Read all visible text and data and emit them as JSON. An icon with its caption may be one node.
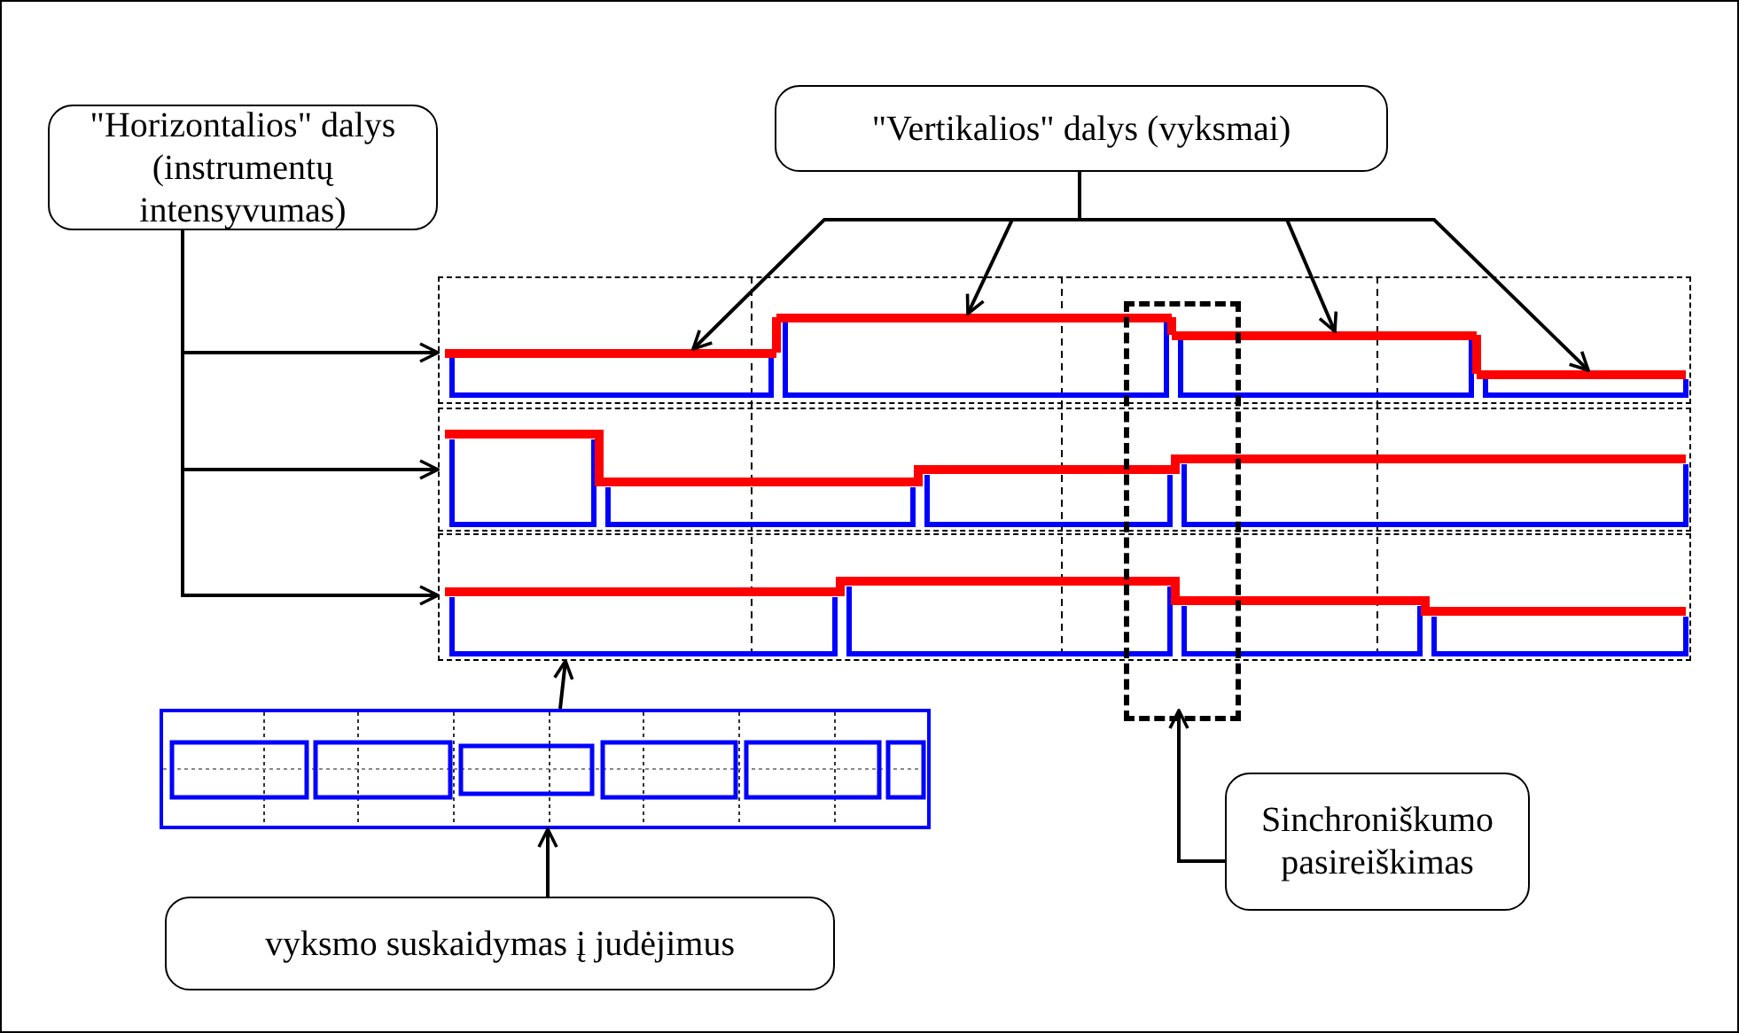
{
  "diagram": {
    "nodes": [
      {
        "text": [
          "\"Horizontalios\" dalys (instrumentų intensyvumas)"
        ]
      },
      {
        "text": [
          "\"Vertikalios\" dalys (vyksmai)"
        ]
      },
      {
        "text": [],
        "shape": "box"
      },
      {
        "text": [],
        "shape": "box"
      },
      {
        "text": [],
        "shape": "box"
      },
      {
        "text": [],
        "shape": "bar",
        "in": 2
      },
      {
        "text": [],
        "shape": "bar",
        "in": 2
      },
      {
        "text": [],
        "shape": "bar",
        "in": 2
      },
      {
        "text": [],
        "shape": "bar",
        "in": 2
      },
      {
        "text": [],
        "shape": "box"
      },
      {
        "text": [],
        "shape": "box"
      },
      {
        "text": [
          "vyksmo suskaidymas į judėjimus"
        ]
      },
      {
        "text": [
          "Sinchroniškumo pasireiškimas"
        ]
      }
    ],
    "edges": [
      {
        "from": 0,
        "to": 2,
        "arrow": "to"
      },
      {
        "from": 0,
        "to": 3,
        "arrow": "to"
      },
      {
        "from": 0,
        "to": 4,
        "arrow": "to"
      },
      {
        "from": 1,
        "to": 5,
        "arrow": "to"
      },
      {
        "from": 1,
        "to": 6,
        "arrow": "to"
      },
      {
        "from": 1,
        "to": 7,
        "arrow": "to"
      },
      {
        "from": 1,
        "to": 8,
        "arrow": "to"
      },
      {
        "from": 10,
        "to": 4,
        "arrow": "to"
      },
      {
        "from": 11,
        "to": 10,
        "arrow": "to"
      },
      {
        "from": 12,
        "to": 9,
        "arrow": "to"
      }
    ]
  }
}
